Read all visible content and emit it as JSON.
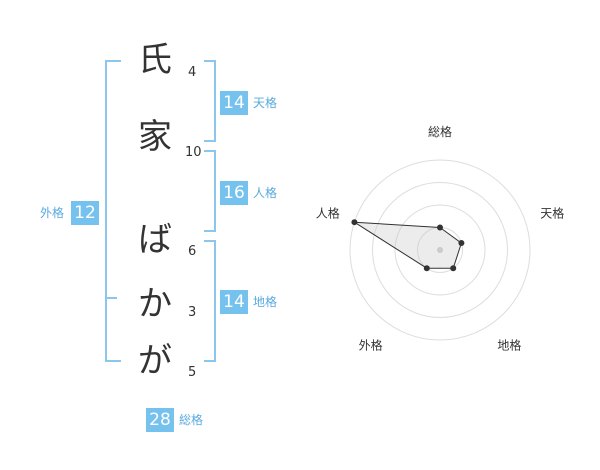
{
  "name_chars": [
    {
      "char": "氏",
      "strokes": "4"
    },
    {
      "char": "家",
      "strokes": "10"
    },
    {
      "char": "ば",
      "strokes": "6"
    },
    {
      "char": "か",
      "strokes": "3"
    },
    {
      "char": "が",
      "strokes": "5"
    }
  ],
  "fortunes": {
    "ten": {
      "value": "14",
      "label": "天格"
    },
    "jin": {
      "value": "16",
      "label": "人格"
    },
    "chi": {
      "value": "14",
      "label": "地格"
    },
    "gai": {
      "value": "12",
      "label": "外格"
    },
    "so": {
      "value": "28",
      "label": "総格"
    }
  },
  "colors": {
    "accent": "#76c2ee",
    "bracket": "#8cc6ec",
    "text": "#333333"
  },
  "chart_data": {
    "type": "radar",
    "axes": [
      "総格",
      "天格",
      "地格",
      "外格",
      "人格"
    ],
    "levels": 4,
    "values": [
      1,
      1,
      1,
      1,
      4
    ]
  }
}
